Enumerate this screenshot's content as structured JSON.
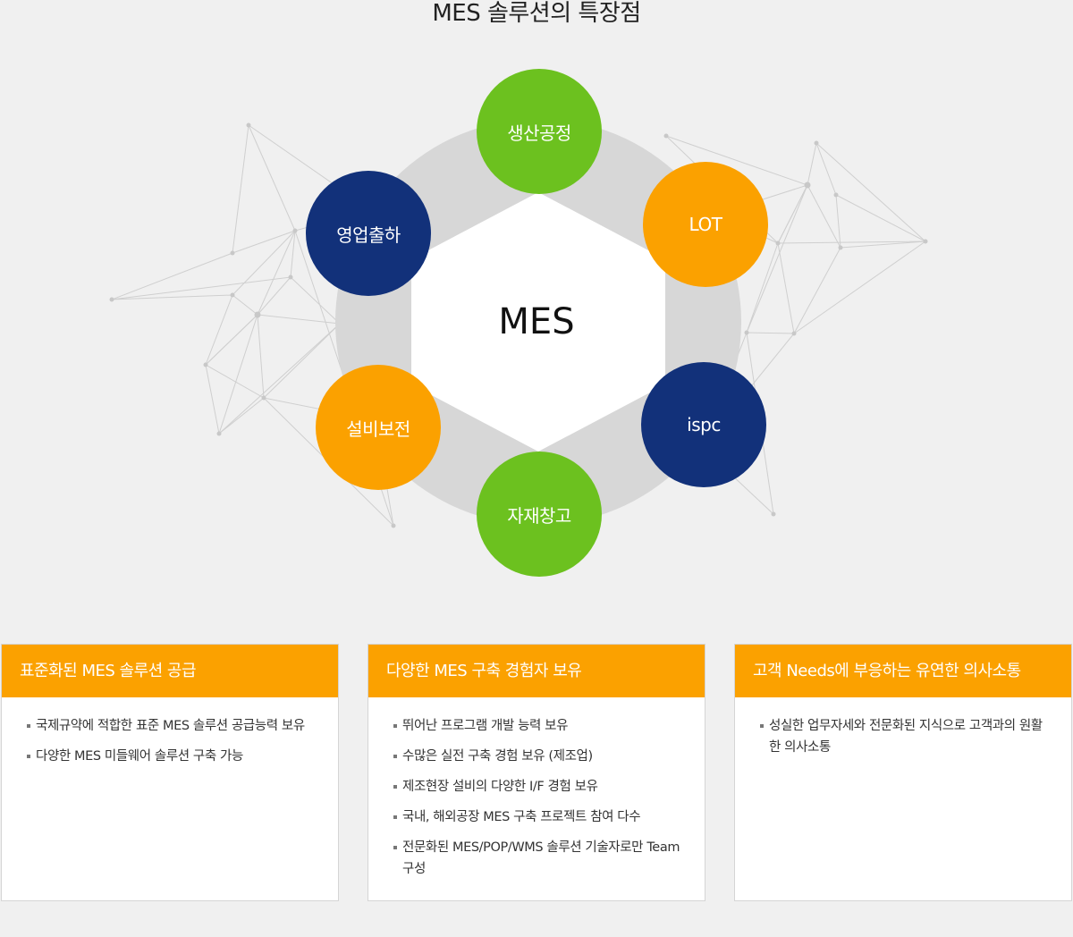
{
  "title": "MES 솔루션의 특장점",
  "diagram": {
    "center": "MES",
    "nodes": [
      {
        "label": "생산공정",
        "color": "#6cc11f"
      },
      {
        "label": "LOT",
        "color": "#fba100"
      },
      {
        "label": "ispc",
        "color": "#12317a"
      },
      {
        "label": "자재창고",
        "color": "#6cc11f"
      },
      {
        "label": "설비보전",
        "color": "#fba100"
      },
      {
        "label": "영업출하",
        "color": "#12317a"
      }
    ]
  },
  "cards": [
    {
      "title": "표준화된 MES 솔루션 공급",
      "items": [
        "국제규약에 적합한 표준 MES 솔루션 공급능력 보유",
        "다양한 MES 미들웨어 솔루션 구축 가능"
      ]
    },
    {
      "title": "다양한 MES 구축 경험자 보유",
      "items": [
        "뛰어난 프로그램 개발 능력 보유",
        "수많은 실전 구축 경험 보유 (제조업)",
        "제조현장 설비의 다양한 I/F 경험 보유",
        "국내, 해외공장 MES 구축 프로젝트 참여 다수",
        "전문화된 MES/POP/WMS 솔루션 기술자로만 Team 구성"
      ]
    },
    {
      "title": "고객 Needs에 부응하는 유연한 의사소통",
      "items": [
        "성실한 업무자세와 전문화된 지식으로 고객과의 원활한 의사소통"
      ]
    }
  ],
  "colors": {
    "accent_orange": "#fba100",
    "accent_green": "#6cc11f",
    "accent_navy": "#12317a",
    "ring_gray": "#d7d7d7"
  }
}
